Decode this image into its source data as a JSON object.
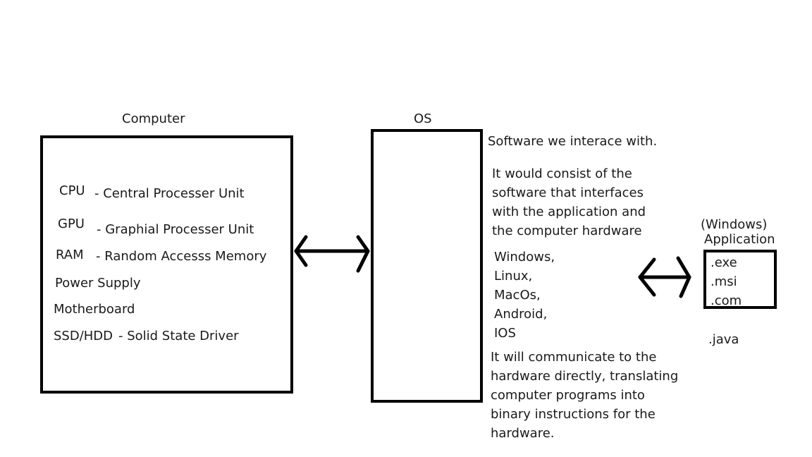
{
  "computer": {
    "title": "Computer",
    "components": [
      {
        "abbr": "CPU",
        "desc": "- Central Processer Unit"
      },
      {
        "abbr": "GPU",
        "desc": "- Graphial Processer Unit"
      },
      {
        "abbr": "RAM",
        "desc": "- Random Accesss Memory"
      },
      {
        "abbr": "Power Supply",
        "desc": ""
      },
      {
        "abbr": "Motherboard",
        "desc": ""
      },
      {
        "abbr": "SSD/HDD",
        "desc": "- Solid State Driver"
      }
    ]
  },
  "os": {
    "title": "OS",
    "summary": "Software we interace with.",
    "description_lines": [
      "It would consist of the",
      "software that interfaces",
      "with the application and",
      "the computer hardware"
    ],
    "examples": [
      "Windows,",
      "Linux,",
      "MacOs,",
      "Android,",
      "IOS"
    ],
    "communication_lines": [
      "It will communicate to the",
      "hardware directly, translating",
      "computer programs into",
      "binary instructions for the",
      "hardware."
    ]
  },
  "application": {
    "platform": "(Windows)",
    "title": "Application",
    "extensions": [
      ".exe",
      ".msi",
      ".com"
    ],
    "other_extension": ".java"
  }
}
